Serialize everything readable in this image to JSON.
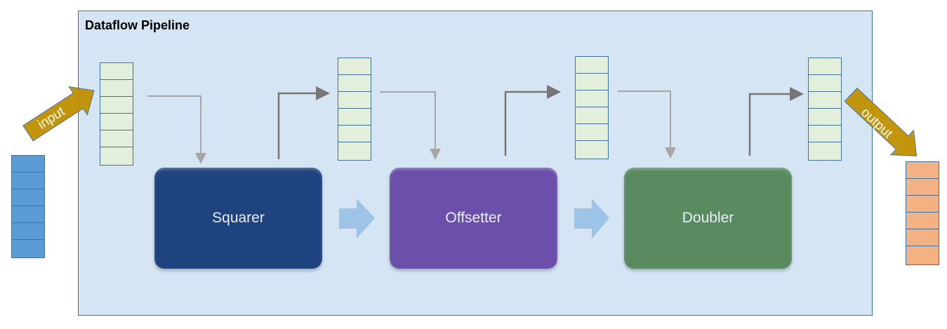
{
  "title": "Dataflow Pipeline",
  "stages": [
    {
      "label": "Squarer",
      "color": "#1f437e"
    },
    {
      "label": "Offsetter",
      "color": "#6b4fab"
    },
    {
      "label": "Doubler",
      "color": "#5a8a60"
    }
  ],
  "input_label": "input",
  "output_label": "output",
  "colors": {
    "panel": "#d6e5f4",
    "queue": "#e2efda",
    "input": "#5b9bd5",
    "output": "#f4b183",
    "io_arrow": "#bf9000"
  }
}
